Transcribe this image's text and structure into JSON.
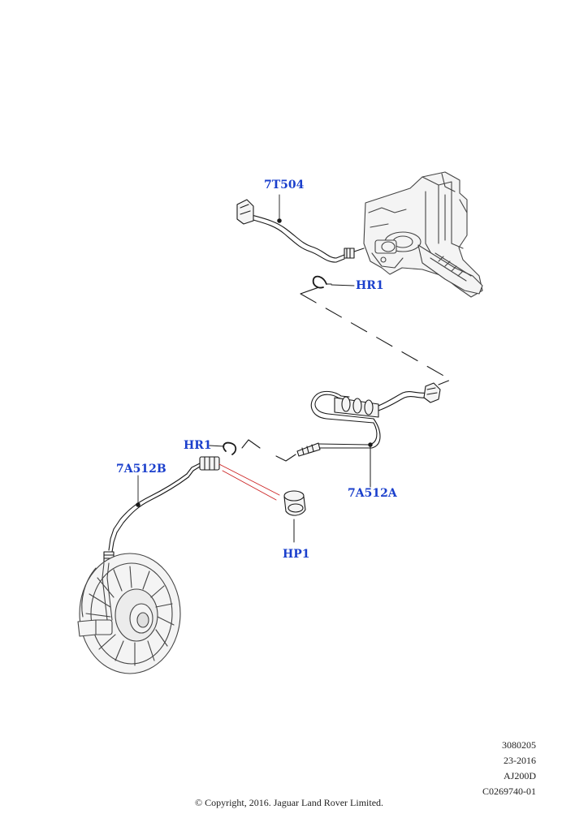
{
  "colors": {
    "callout": "#1a3fcc",
    "line": "#1a1a1a",
    "leader_red": "#cc2222",
    "part_fill": "#f4f4f4"
  },
  "callouts": {
    "c_7t504": "7T504",
    "c_hr1_top": "HR1",
    "c_hr1_mid": "HR1",
    "c_7a512b": "7A512B",
    "c_7a512a": "7A512A",
    "c_hp1": "HP1"
  },
  "drawing_info": {
    "line1": "3080205",
    "line2": "23-2016",
    "line3": "AJ200D",
    "line4": "C0269740-01"
  },
  "copyright": "© Copyright, 2016. Jaguar Land Rover Limited."
}
